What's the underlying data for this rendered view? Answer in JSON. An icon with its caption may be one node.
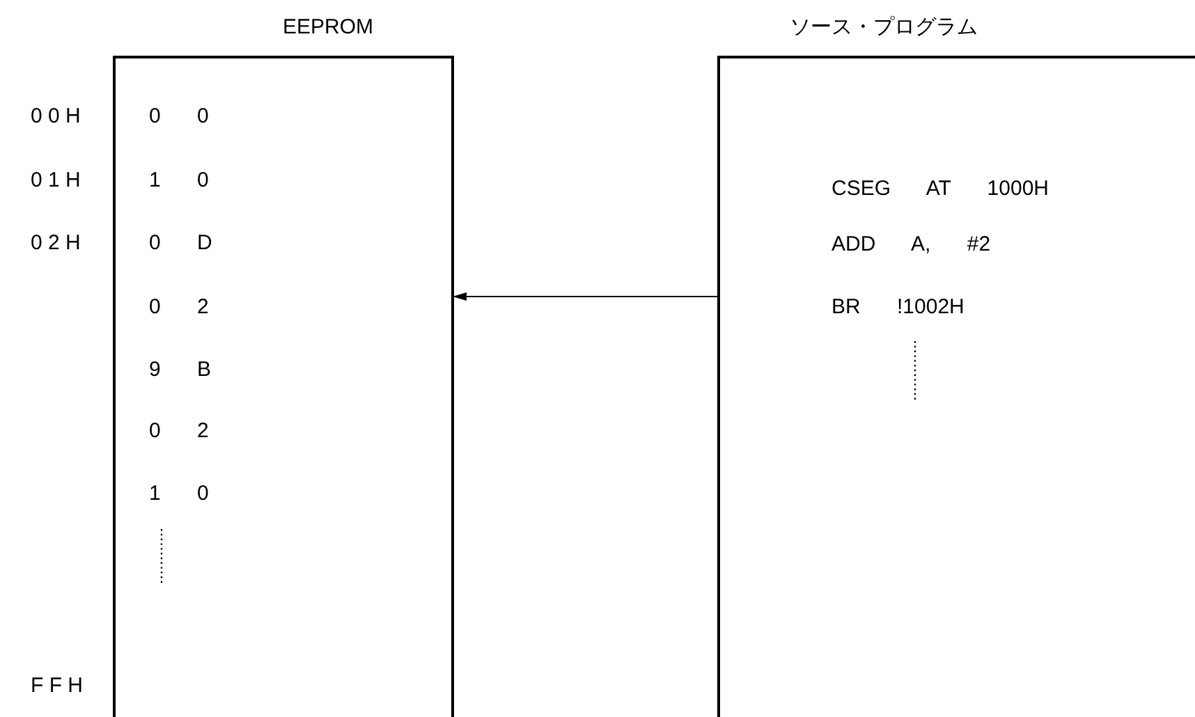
{
  "diagram": {
    "nodes": [
      {
        "text": [
          "EEPROM",
          "0 0",
          "1 0",
          "0 D",
          "0 2",
          "9 B",
          "0 2",
          "1 0"
        ]
      },
      {
        "text": [
          "ソース・プログラム",
          "CSEG AT 1000H",
          "ADD A, #2",
          "BR !1002H"
        ]
      }
    ],
    "edges": [
      {
        "from": 1,
        "to": 0,
        "arrow": "to"
      }
    ],
    "labels": [
      "0 0 H",
      "0 1 H",
      "0 2 H",
      "F F H"
    ]
  }
}
